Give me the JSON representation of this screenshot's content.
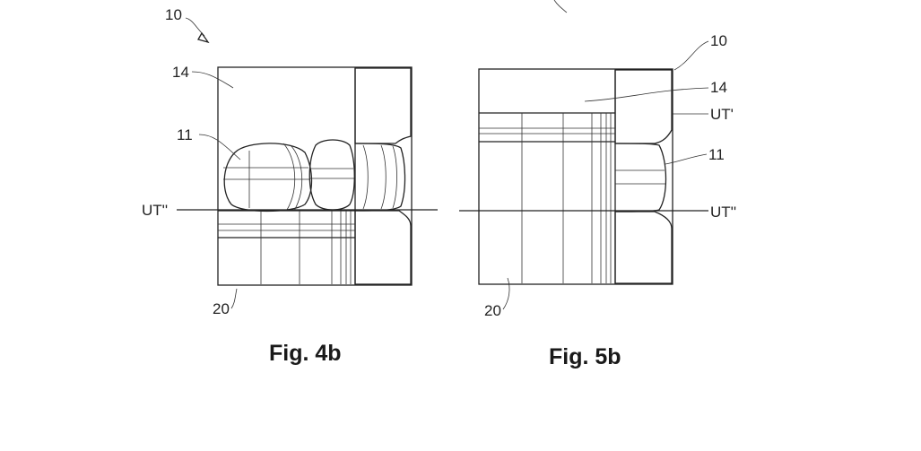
{
  "figures": [
    {
      "caption": "Fig. 4b",
      "labels": {
        "ref_10": "10",
        "ref_14": "14",
        "ref_11": "11",
        "ref_ut2": "UT''",
        "ref_20": "20"
      }
    },
    {
      "caption": "Fig. 5b",
      "labels": {
        "ref_10": "10",
        "ref_14": "14",
        "ref_ut1": "UT'",
        "ref_11": "11",
        "ref_ut2": "UT''",
        "ref_20": "20"
      }
    }
  ]
}
